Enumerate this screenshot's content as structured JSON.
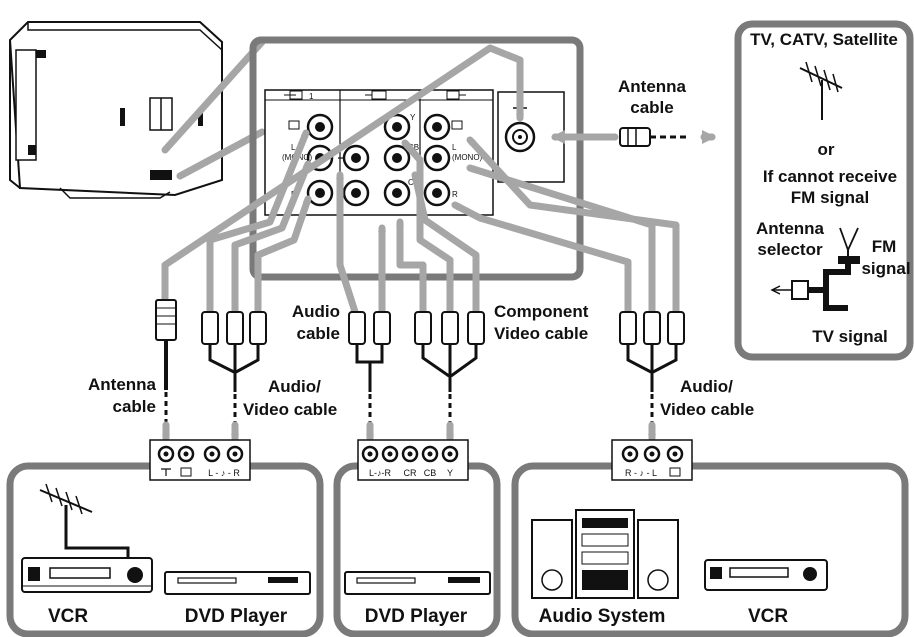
{
  "labels": {
    "antenna_cable_top": [
      "Antenna",
      "cable"
    ],
    "antenna_cable_left": [
      "Antenna",
      "cable"
    ],
    "av_cable_left": [
      "Audio/",
      "Video cable"
    ],
    "audio_cable": [
      "Audio",
      "cable"
    ],
    "component_cable": [
      "Component",
      "Video cable"
    ],
    "av_cable_right": [
      "Audio/",
      "Video cable"
    ]
  },
  "signal_box": {
    "line1": "TV, CATV, Satellite",
    "or": "or",
    "line2": "If cannot receive",
    "line3": "FM signal",
    "antenna_selector": [
      "Antenna",
      "selector"
    ],
    "fm_signal": [
      "FM",
      "signal"
    ],
    "tv_signal": "TV signal"
  },
  "panel": {
    "input1": "1",
    "left_jacks": [
      "L",
      "(MONO)",
      "R"
    ],
    "component_jacks": [
      "Y",
      "CB",
      "CR"
    ],
    "right_jacks": [
      "L",
      "(MONO)",
      "R"
    ]
  },
  "connectors": {
    "left_panel": [
      "L - ♪ - R"
    ],
    "middle_panel": [
      "L-♪-R",
      "CR",
      "CB",
      "Y"
    ],
    "right_panel": [
      "R - ♪ - L"
    ]
  },
  "devices": {
    "vcr_left": "VCR",
    "dvd_left": "DVD Player",
    "dvd_middle": "DVD Player",
    "audio_system": "Audio System",
    "vcr_right": "VCR"
  },
  "colors": {
    "cable_gray": "#a6a6a6",
    "box_gray": "#7a7a7a",
    "ink": "#111111"
  }
}
